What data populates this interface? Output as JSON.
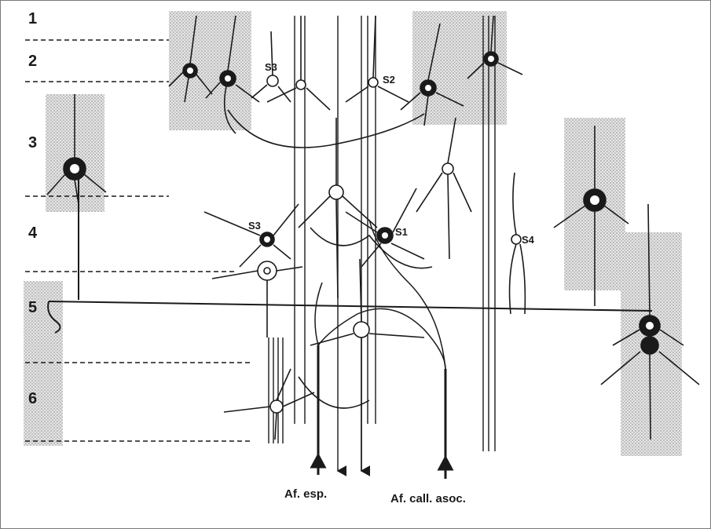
{
  "layers": [
    {
      "label": "1"
    },
    {
      "label": "2"
    },
    {
      "label": "3"
    },
    {
      "label": "4"
    },
    {
      "label": "5"
    },
    {
      "label": "6"
    }
  ],
  "cell_labels": [
    {
      "label": "S3"
    },
    {
      "label": "S2"
    },
    {
      "label": "S3"
    },
    {
      "label": "S1"
    },
    {
      "label": "S4"
    }
  ],
  "afferents": {
    "specific": "Af. esp.",
    "callosal_assoc": "Af. call. asoc."
  },
  "colors": {
    "ink": "#1a1a1a",
    "shade": "#c8c8c8",
    "border": "#7a7a7a"
  }
}
